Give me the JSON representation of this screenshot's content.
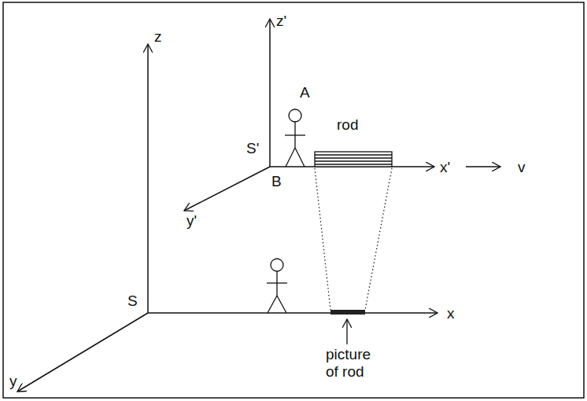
{
  "diagram": {
    "labels": [
      "z",
      "z'",
      "A",
      "rod",
      "x'",
      "v",
      "S'",
      "B",
      "y'",
      "x",
      "picture of rod",
      "S",
      "y"
    ]
  }
}
